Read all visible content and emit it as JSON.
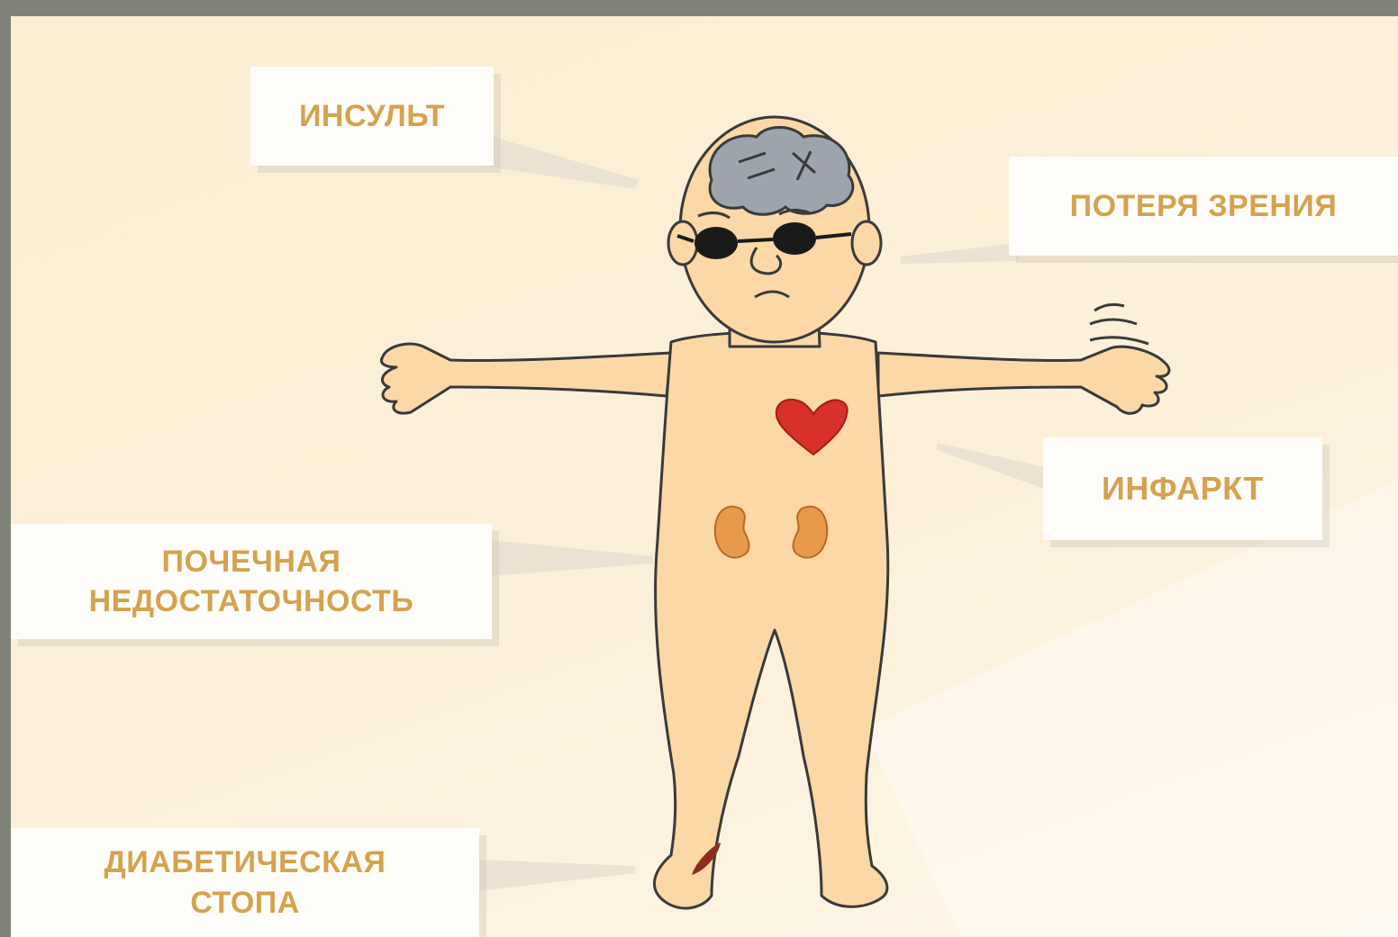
{
  "labels": {
    "insult": "ИНСУЛЬТ",
    "vision_loss": "ПОТЕРЯ ЗРЕНИЯ",
    "infarct": "ИНФАРКТ",
    "kidney_failure_line1": "ПОЧЕЧНАЯ",
    "kidney_failure_line2": "НЕДОСТАТОЧНОСТЬ",
    "diabetic_foot_line1": "ДИАБЕТИЧЕСКАЯ",
    "diabetic_foot_line2": "СТОПА"
  },
  "colors": {
    "label_text": "#d5a24e",
    "skin": "#fbd8a6",
    "outline": "#3a3a3a",
    "heart": "#d8302a",
    "kidney": "#e89a4a",
    "brain": "#9ea4ad",
    "glasses": "#1a1a1a",
    "wound": "#8a2f1e"
  },
  "icons": [
    "brain-icon",
    "glasses-icon",
    "heart-icon",
    "kidney-icon",
    "wound-icon"
  ]
}
